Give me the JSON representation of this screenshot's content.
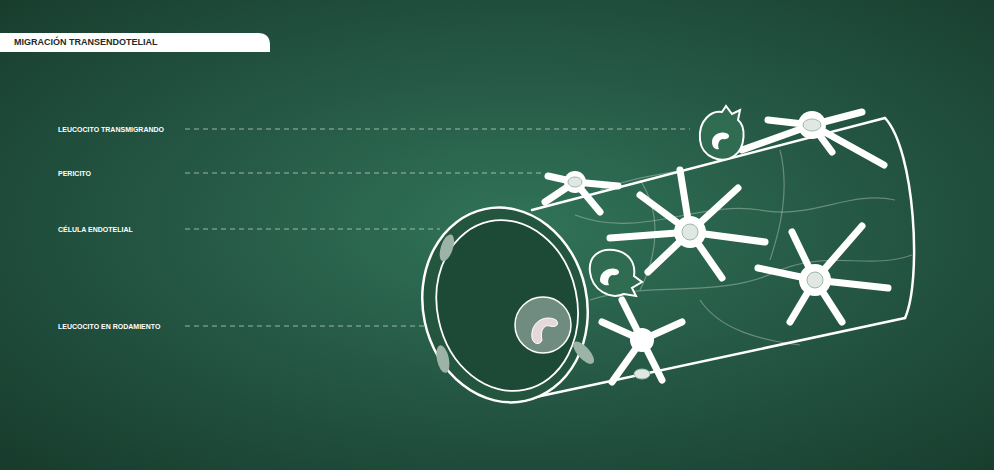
{
  "diagram": {
    "title": "MIGRACIÓN TRANSENDOTELIAL",
    "labels": [
      "LEUCOCITO TRANSMIGRANDO",
      "PERICITO",
      "CÉLULA ENDOTELIAL",
      "LEUCOCITO EN RODAMIENTO"
    ]
  }
}
